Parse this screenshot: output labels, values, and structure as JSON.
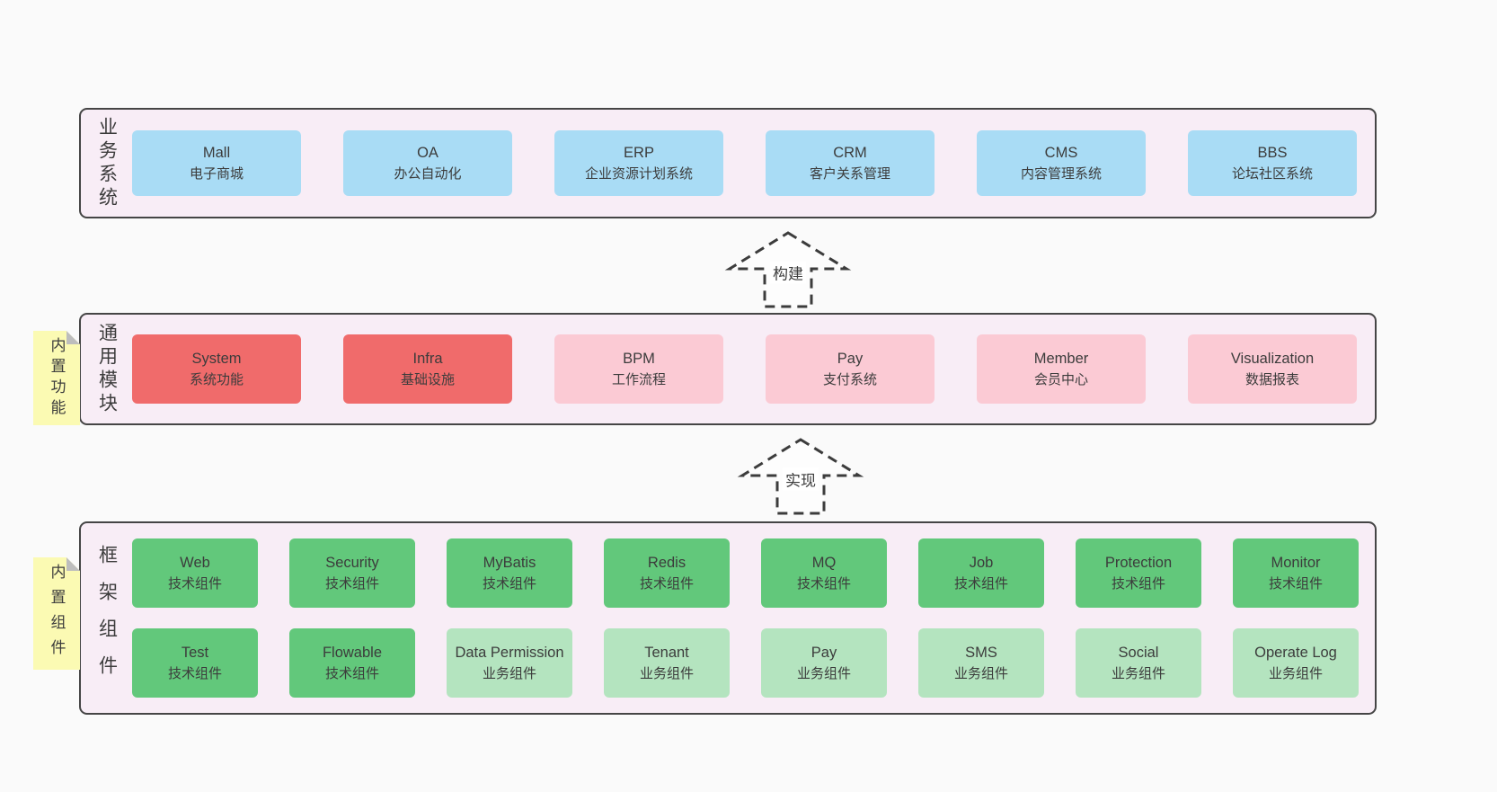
{
  "colors": {
    "page_bg": "#fafafa",
    "container_bg": "#f8edf6",
    "container_border": "#454545",
    "box_blue": "#a9dcf5",
    "box_red": "#f06b6b",
    "box_pink": "#fbcad4",
    "box_green_dark": "#62c87b",
    "box_green_light": "#b4e4bf",
    "note_yellow": "#fbfab3",
    "fold_gray": "#bdbdbd",
    "text_dark": "#3c3c3c",
    "arrow_stroke": "#3c3c3c"
  },
  "arrows": [
    {
      "label": "构建"
    },
    {
      "label": "实现"
    }
  ],
  "layers": [
    {
      "label": "业务系统",
      "rows": [
        [
          {
            "name": "Mall",
            "desc": "电子商城"
          },
          {
            "name": "OA",
            "desc": "办公自动化"
          },
          {
            "name": "ERP",
            "desc": "企业资源计划系统"
          },
          {
            "name": "CRM",
            "desc": "客户关系管理"
          },
          {
            "name": "CMS",
            "desc": "内容管理系统"
          },
          {
            "name": "BBS",
            "desc": "论坛社区系统"
          }
        ]
      ]
    },
    {
      "label": "通用模块",
      "note": "内置功能",
      "rows": [
        [
          {
            "name": "System",
            "desc": "系统功能"
          },
          {
            "name": "Infra",
            "desc": "基础设施"
          },
          {
            "name": "BPM",
            "desc": "工作流程"
          },
          {
            "name": "Pay",
            "desc": "支付系统"
          },
          {
            "name": "Member",
            "desc": "会员中心"
          },
          {
            "name": "Visualization",
            "desc": "数据报表"
          }
        ]
      ]
    },
    {
      "label": "框架组件",
      "note": "内置组件",
      "rows": [
        [
          {
            "name": "Web",
            "desc": "技术组件"
          },
          {
            "name": "Security",
            "desc": "技术组件"
          },
          {
            "name": "MyBatis",
            "desc": "技术组件"
          },
          {
            "name": "Redis",
            "desc": "技术组件"
          },
          {
            "name": "MQ",
            "desc": "技术组件"
          },
          {
            "name": "Job",
            "desc": "技术组件"
          },
          {
            "name": "Protection",
            "desc": "技术组件"
          },
          {
            "name": "Monitor",
            "desc": "技术组件"
          }
        ],
        [
          {
            "name": "Test",
            "desc": "技术组件"
          },
          {
            "name": "Flowable",
            "desc": "技术组件"
          },
          {
            "name": "Data Permission",
            "desc": "业务组件"
          },
          {
            "name": "Tenant",
            "desc": "业务组件"
          },
          {
            "name": "Pay",
            "desc": "业务组件"
          },
          {
            "name": "SMS",
            "desc": "业务组件"
          },
          {
            "name": "Social",
            "desc": "业务组件"
          },
          {
            "name": "Operate Log",
            "desc": "业务组件"
          }
        ]
      ]
    }
  ]
}
